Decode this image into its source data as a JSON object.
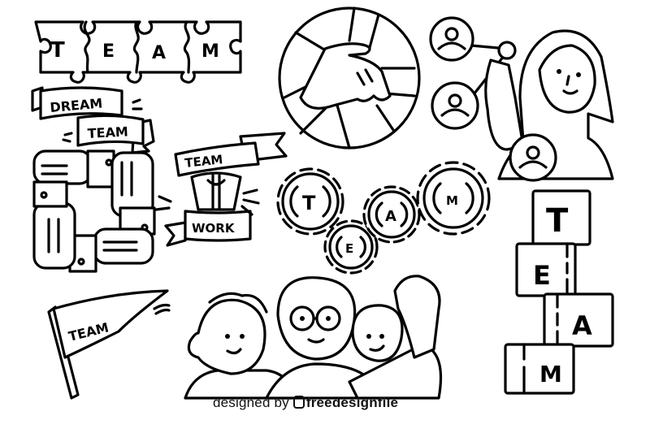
{
  "puzzle": {
    "letters": [
      "T",
      "E",
      "A",
      "M"
    ]
  },
  "dream_team_banner": {
    "line1": "DREAM",
    "line2": "TEAM"
  },
  "teamwork_badge": {
    "line1": "TEAM",
    "line2": "WORK"
  },
  "gears": {
    "letters": [
      "T",
      "E",
      "A",
      "M"
    ]
  },
  "pennant": {
    "label": "TEAM"
  },
  "blocks": {
    "letters": [
      "T",
      "E",
      "A",
      "M"
    ]
  },
  "credit": {
    "prefix": "designed by",
    "brand": "freedesignfile"
  },
  "colors": {
    "ink": "#000000",
    "background": "#ffffff"
  }
}
